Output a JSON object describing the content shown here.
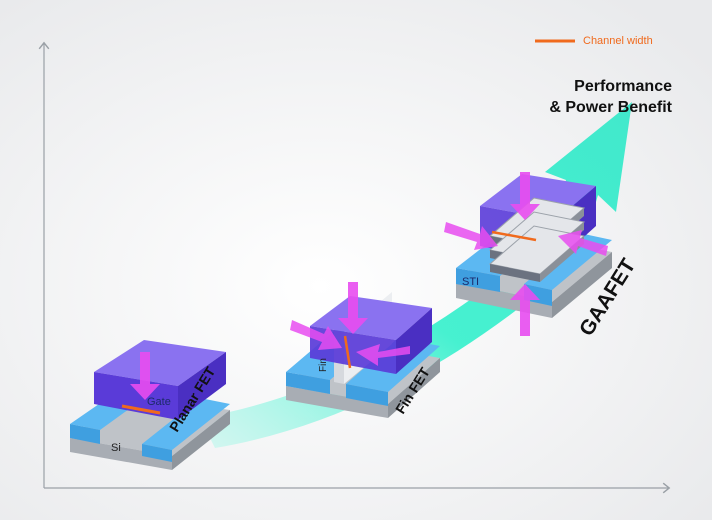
{
  "legend": {
    "label": "Channel width",
    "color": "#f06a1d"
  },
  "title": {
    "line1": "Performance",
    "line2": "& Power Benefit"
  },
  "stages": {
    "planar": "Planar FET",
    "fin": "Fin FET",
    "gaa": "GAAFET"
  },
  "parts": {
    "gate": "Gate",
    "si": "Si",
    "fin": "Fin",
    "sti": "STI"
  },
  "colors": {
    "arrow": "#33f0cc",
    "gate": "#5a3bd8",
    "pink_arrow": "#e84cf0",
    "substrate": "#55b7f2",
    "silicon": "#c9cdd3",
    "channel": "#f06a1d"
  }
}
